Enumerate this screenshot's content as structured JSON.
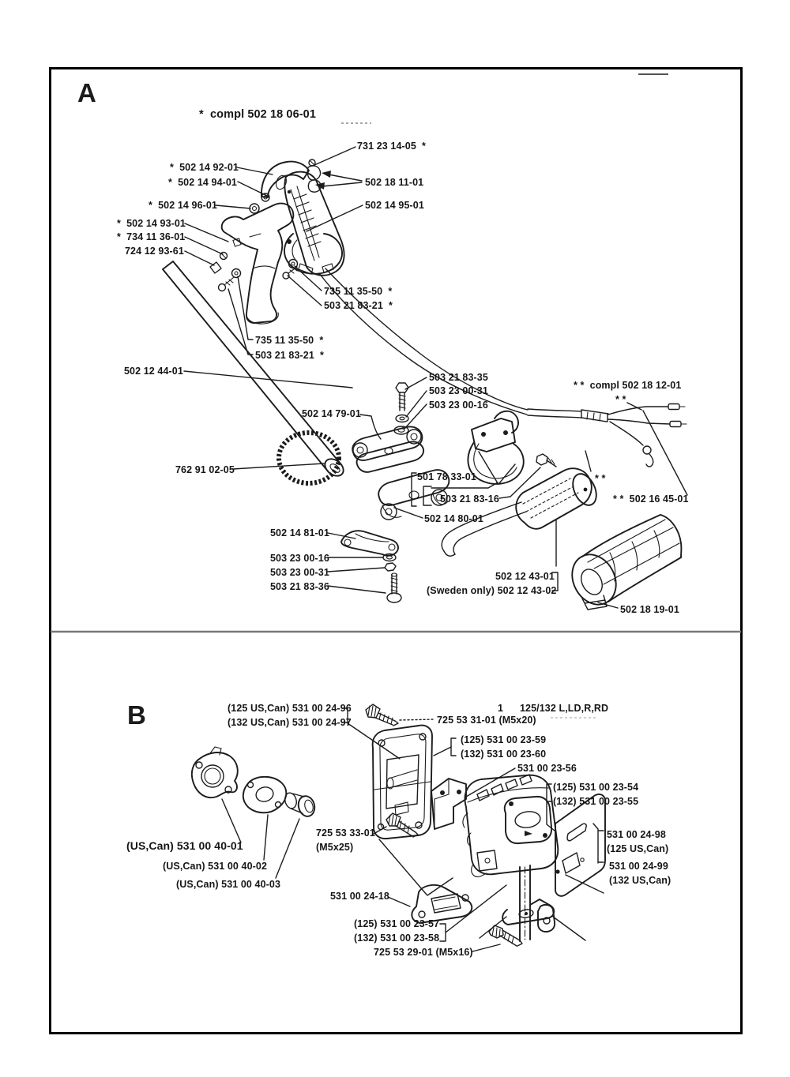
{
  "document": {
    "kind": "exploded parts diagram, two panels",
    "colors": {
      "ink": "#1c1c1c",
      "paper": "#ffffff",
      "frame": "#000000",
      "divider": "#777777"
    }
  },
  "panel_a": {
    "section_letter": "A",
    "labels": [
      "*  compl 502 18 06-01",
      "731 23 14-05  *",
      "*  502 14 92-01",
      "*  502 14 94-01",
      "502 18 11-01",
      "*  502 14 96-01",
      "502 14 95-01",
      "*  502 14 93-01",
      "*  734 11 36-01",
      "724 12 93-61",
      "735 11 35-50  *",
      "503 21 83-21  *",
      "735 11 35-50  *",
      "503 21 83-21  *",
      "502 12 44-01",
      "503 21 83-35",
      "503 23 00-31",
      "503 23 00-16",
      "* *  compl 502 18 12-01",
      "* *",
      "502 14 79-01",
      "762 91 02-05",
      "501 78 33-01",
      "* *",
      "503 21 83-16",
      "* *  502 16 45-01",
      "502 14 80-01",
      "502 14 81-01",
      "503 23 00-16",
      "503 23 00-31",
      "503 21 83-36",
      "502 12 43-01",
      "(Sweden only) 502 12 43-02",
      "502 18 19-01"
    ]
  },
  "panel_b": {
    "section_letter": "B",
    "labels": [
      "(125 US,Can) 531 00 24-96",
      "(132 US,Can) 531 00 24-97",
      "1",
      "125/132 L,LD,R,RD",
      "725 53 31-01 (M5x20)",
      "(125) 531 00 23-59",
      "(132) 531 00 23-60",
      "531 00 23-56",
      "(125) 531 00 23-54",
      "(132) 531 00 23-55",
      "531 00 24-98",
      "(125 US,Can)",
      "531 00 24-99",
      "(132 US,Can)",
      "(US,Can) 531 00 40-01",
      "(US,Can) 531 00 40-02",
      "(US,Can) 531 00 40-03",
      "725 53 33-01",
      "(M5x25)",
      "531 00 24-18",
      "(125) 531 00 23-57",
      "(132) 531 00 23-58",
      "725 53 29-01 (M5x16)"
    ]
  }
}
